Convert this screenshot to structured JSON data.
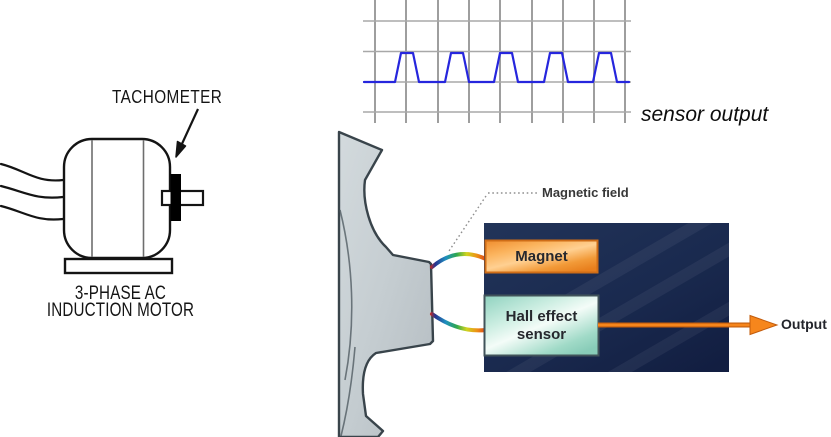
{
  "figure": {
    "motor": {
      "tachometer_label": "TACHOMETER",
      "caption_line1": "3-PHASE AC",
      "caption_line2": "INDUCTION MOTOR"
    },
    "scope": {
      "label": "sensor output",
      "waveform": {
        "type": "pulse-train",
        "pulse_count": 5,
        "pulse_height_divisions": 1,
        "description": "five short positive pulses on a baseline, oscilloscope grid behind"
      }
    },
    "hall_diagram": {
      "magnetic_field_label": "Magnetic field",
      "magnet_label": "Magnet",
      "hall_sensor_label": "Hall effect sensor",
      "output_label": "Output"
    }
  },
  "colors": {
    "signal_blue": "#2626dd",
    "grid_gray": "#9e9e9e",
    "panel_navy": "#1b2a52",
    "magnet_orange": "#f59a3c",
    "hall_teal": "#aadfcd",
    "arrow_orange": "#f6861c",
    "gear_gray": "#c5cdd1",
    "line_black": "#141414"
  }
}
